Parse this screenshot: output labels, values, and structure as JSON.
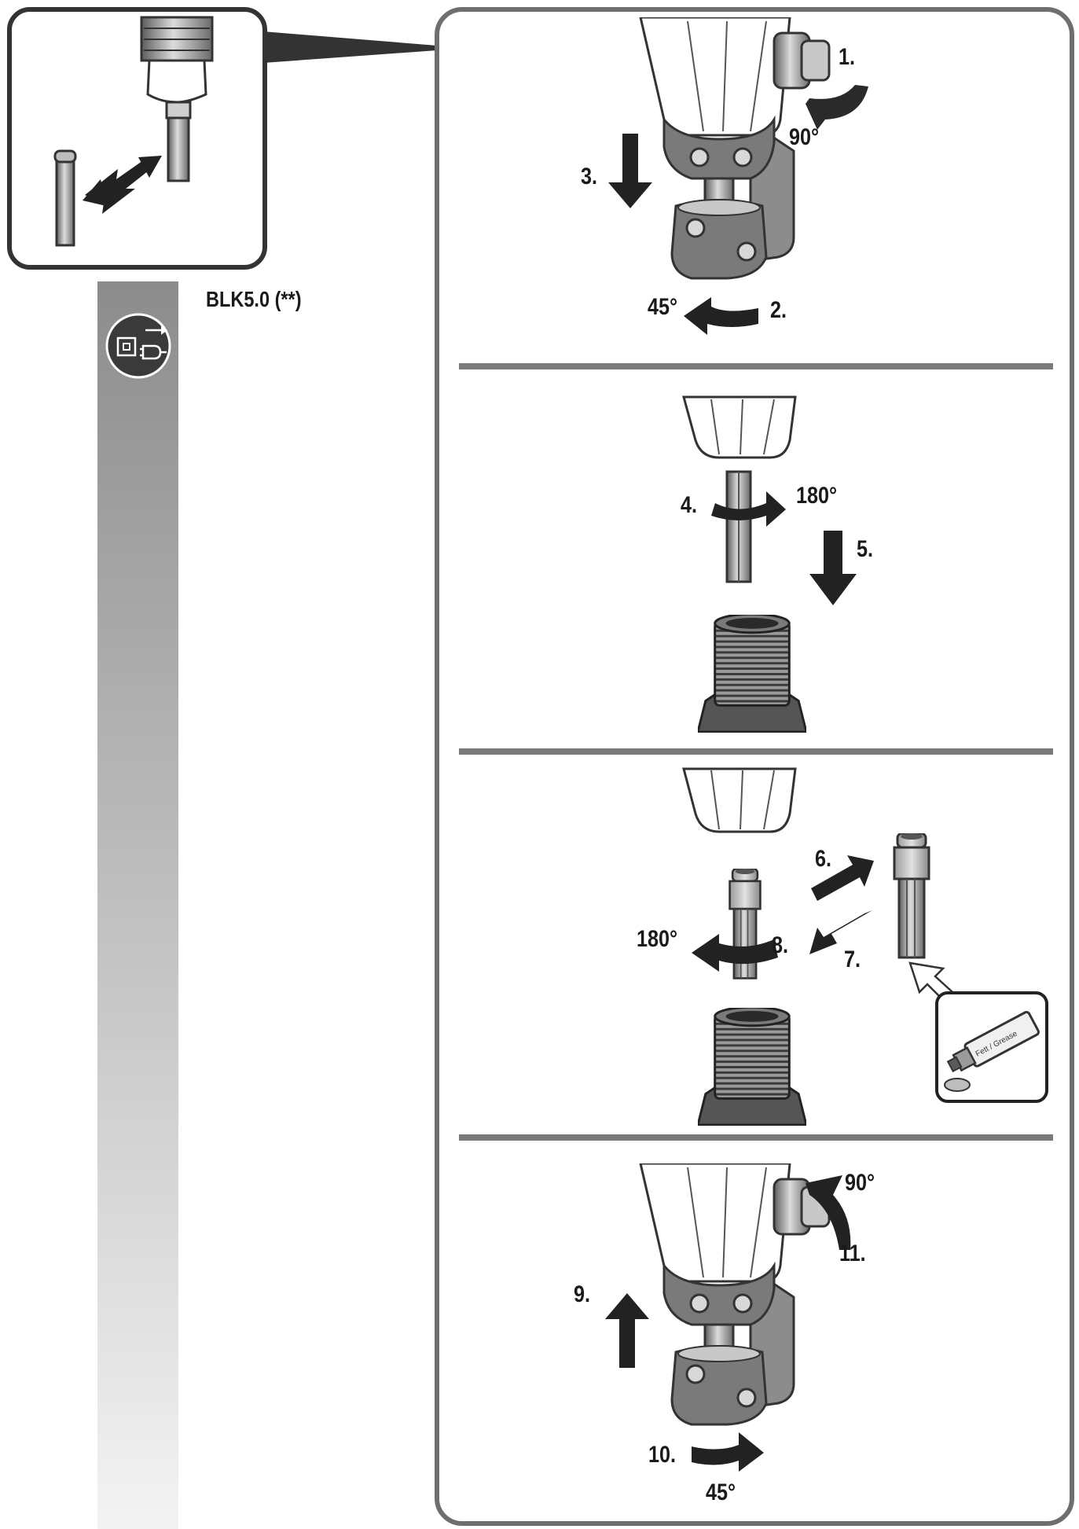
{
  "header": {
    "model_label": "BLK5.0 (**)"
  },
  "panel_1": {
    "step_1": "1.",
    "step_1_angle": "90°",
    "step_2": "2.",
    "step_2_angle": "45°",
    "step_3": "3."
  },
  "panel_2": {
    "step_4": "4.",
    "step_4_angle": "180°",
    "step_5": "5."
  },
  "panel_3": {
    "step_6": "6.",
    "step_7": "7.",
    "step_8": "8.",
    "step_8_angle": "180°",
    "grease_tube_text": "Fett / Grease"
  },
  "panel_4": {
    "step_9": "9.",
    "step_10": "10.",
    "step_10_angle": "45°",
    "step_11": "11.",
    "step_11_angle": "90°"
  },
  "colors": {
    "outline": "#6e6e6e",
    "divider": "#7a7a7a",
    "arrow": "#222222",
    "metal_dark": "#6b6b6b",
    "metal_light": "#d8d8d8"
  },
  "icons": {
    "unplug": "unplug-icon"
  }
}
